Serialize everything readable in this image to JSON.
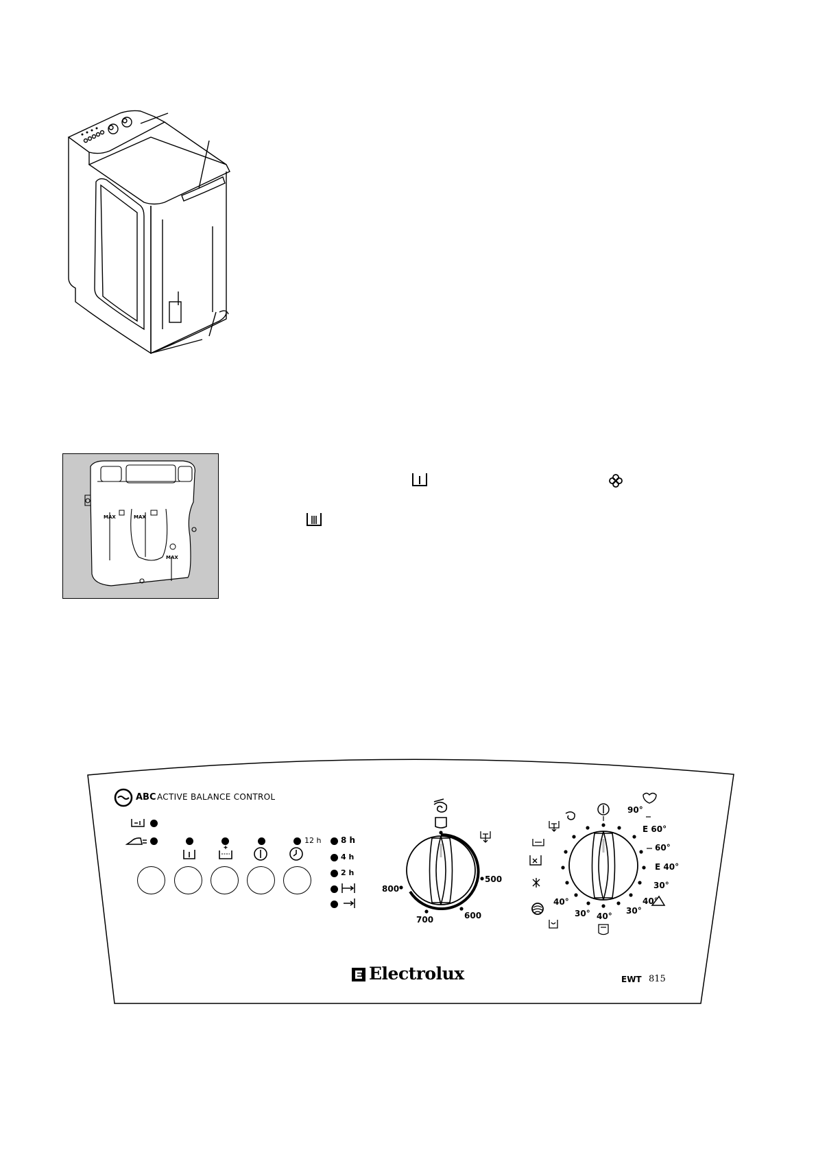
{
  "dispenser": {
    "markings": [
      "MAX",
      "MAX",
      "MAX"
    ]
  },
  "panel": {
    "logo_abc": "ABC",
    "logo_text": "ACTIVE BALANCE CONTROL",
    "delay": {
      "label_12h": "12 h",
      "options": [
        "8 h",
        "4 h",
        "2 h"
      ]
    },
    "spin_dial": {
      "speeds": [
        "800",
        "700",
        "600",
        "500"
      ]
    },
    "program_dial": {
      "labels_right": [
        "90°",
        "E 60°",
        "60°",
        "E 40°",
        "30°",
        "40°",
        "30°"
      ],
      "labels_bottom": [
        "40°",
        "30°",
        "40°"
      ]
    },
    "brand": "Electrolux",
    "model_prefix": "EWT",
    "model_number": "815"
  },
  "icons": {
    "prewash_symbol": "prewash-compartment-icon",
    "mainwash_symbol": "mainwash-compartment-icon",
    "softener_symbol": "softener-flower-icon"
  },
  "colors": {
    "ink": "#000000",
    "dispenser_bg": "#c9c9c9",
    "paper": "#ffffff"
  }
}
